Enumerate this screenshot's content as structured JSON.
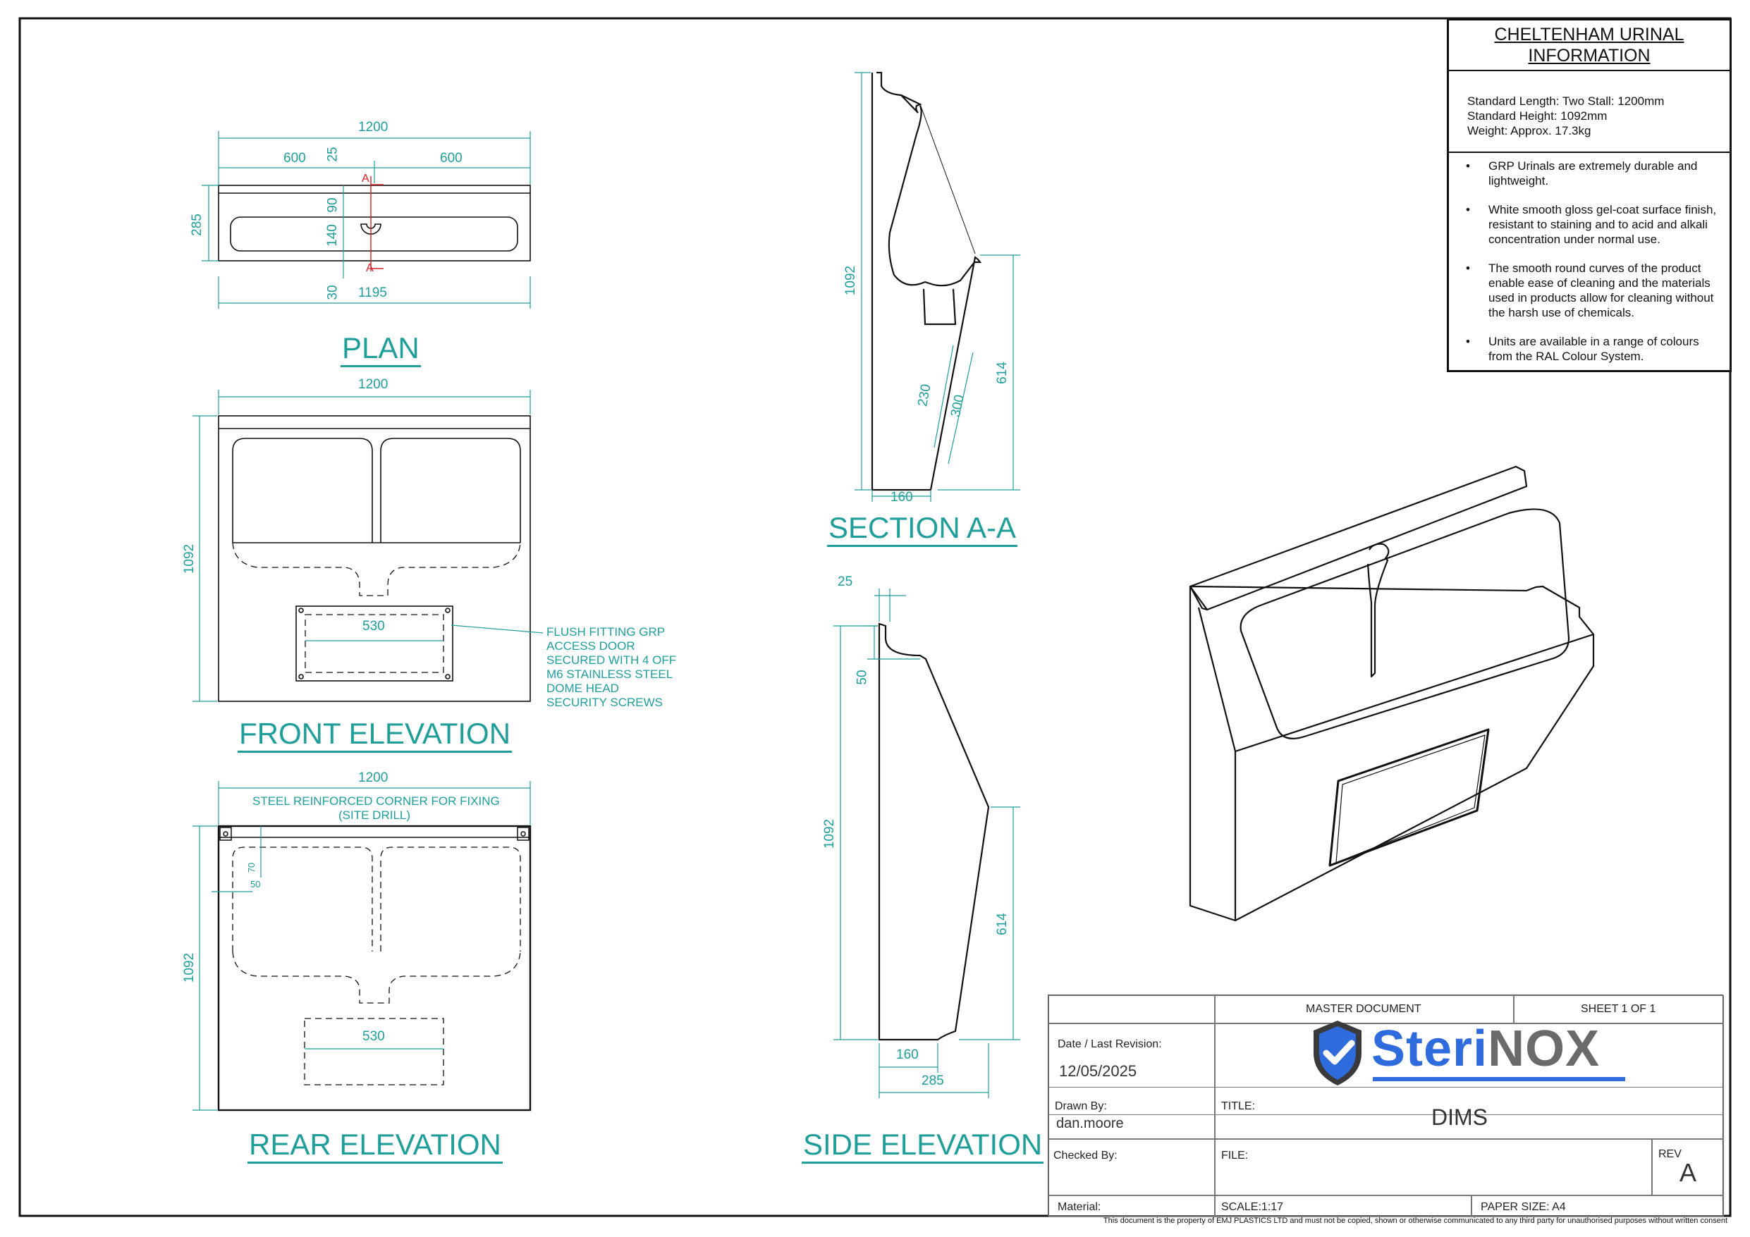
{
  "info_box": {
    "title_line1": "CHELTENHAM URINAL",
    "title_line2": "INFORMATION",
    "specs": [
      "Standard Length: Two Stall: 1200mm",
      "Standard Height: 1092mm",
      "Weight: Approx. 17.3kg"
    ],
    "bullets": [
      "GRP Urinals are extremely durable and lightweight.",
      "White smooth gloss gel-coat surface finish, resistant to staining and to acid and alkali concentration under normal use.",
      "The smooth round curves of the product enable ease of cleaning and the materials used in products allow for cleaning without the harsh use of chemicals.",
      "Units are available in a range of colours from the RAL Colour System."
    ]
  },
  "views": {
    "plan": "PLAN",
    "front": "FRONT ELEVATION",
    "rear": "REAR ELEVATION",
    "section": "SECTION A-A",
    "side": "SIDE ELEVATION"
  },
  "dims": {
    "plan_total": "1200",
    "plan_left": "600",
    "plan_right": "600",
    "plan_25": "25",
    "plan_285": "285",
    "plan_90": "90",
    "plan_140": "140",
    "plan_30": "30",
    "plan_1195": "1195",
    "section_marker": "A",
    "front_width": "1200",
    "front_height": "1092",
    "front_door": "530",
    "rear_width": "1200",
    "rear_height": "1092",
    "rear_door": "530",
    "rear_70": "70",
    "rear_50": "50",
    "sec_height": "1092",
    "sec_614": "614",
    "sec_230": "230",
    "sec_300": "300",
    "sec_160": "160",
    "side_25": "25",
    "side_50": "50",
    "side_height": "1092",
    "side_614": "614",
    "side_160": "160",
    "side_285": "285"
  },
  "notes": {
    "access_door": [
      "FLUSH FITTING GRP",
      "ACCESS DOOR",
      "SECURED WITH 4 OFF",
      "M6 STAINLESS STEEL",
      "DOME HEAD",
      "SECURITY SCREWS"
    ],
    "steel_corner_1": "STEEL REINFORCED CORNER FOR FIXING",
    "steel_corner_2": "(SITE DRILL)"
  },
  "title_block": {
    "master": "MASTER DOCUMENT",
    "sheet": "SHEET 1 OF 1",
    "date_label": "Date / Last Revision:",
    "date_value": "12/05/2025",
    "drawn_label": "Drawn By:",
    "drawn_value": "dan.moore",
    "checked_label": "Checked By:",
    "title_label": "TITLE:",
    "title_value": "DIMS",
    "file_label": "FILE:",
    "rev_label": "REV",
    "rev_value": "A",
    "material_label": "Material:",
    "scale": "SCALE:1:17",
    "paper": "PAPER SIZE: A4",
    "logo_part1": "Steri",
    "logo_part2": "NOX"
  },
  "footer": "This document is the property of EMJ PLASTICS LTD and must not be copied, shown or otherwise communicated to any third party for unauthorised purposes without written consent",
  "colors": {
    "dimension": "#1f9e9a",
    "line": "#111111",
    "section_marker": "#d62020",
    "brand_blue": "#2e6bdc"
  }
}
